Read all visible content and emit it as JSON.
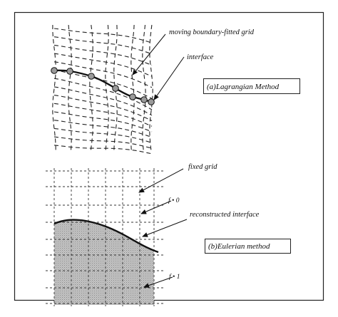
{
  "labels": {
    "moving_grid": "moving boundary-fitted grid",
    "interface": "interface",
    "fixed_grid": "fixed grid",
    "reconstructed_interface": "reconstructed interface",
    "f_zero": "f • 0",
    "f_one": "f • 1"
  },
  "panels": {
    "lagrangian": "(a)Lagrangian Method",
    "eulerian": "(b)Eulerian method"
  },
  "colors": {
    "ink": "#111111",
    "marker_fill": "#9a9a9a",
    "shade": "#b9b9b9"
  }
}
